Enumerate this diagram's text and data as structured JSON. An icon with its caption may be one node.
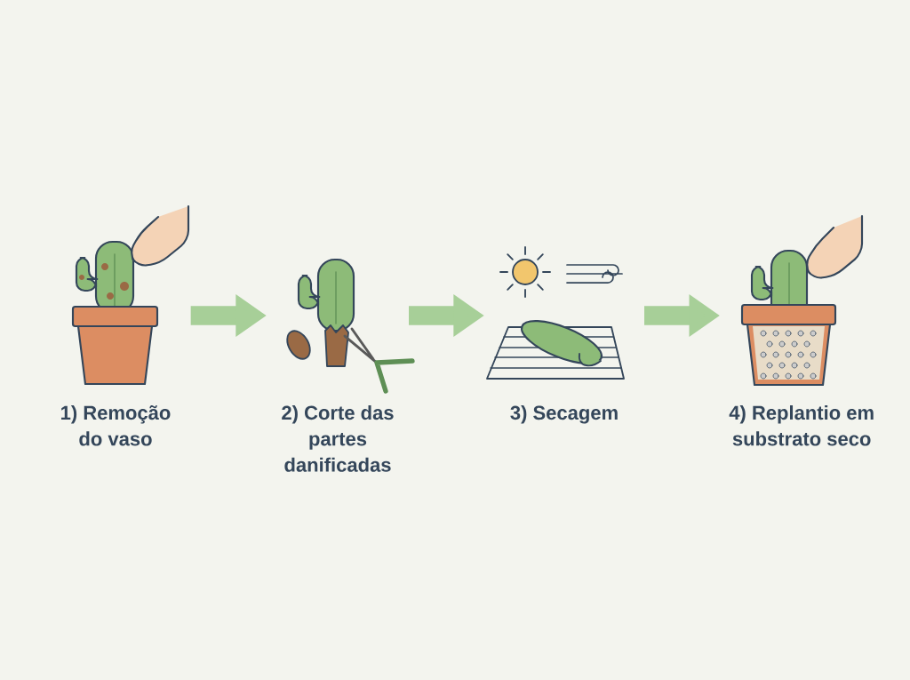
{
  "diagram": {
    "nodes": [
      {
        "text": [
          "1) Remoção do vaso"
        ]
      },
      {
        "text": [
          "2) Corte das partes danificadas"
        ]
      },
      {
        "text": [
          "3) Secagem"
        ]
      },
      {
        "text": [
          "4) Replantio em substrato seco"
        ]
      }
    ],
    "edges": [
      {
        "from": 0,
        "to": 1,
        "arrow": "to"
      },
      {
        "from": 1,
        "to": 2,
        "arrow": "to"
      },
      {
        "from": 2,
        "to": 3,
        "arrow": "to"
      }
    ]
  }
}
